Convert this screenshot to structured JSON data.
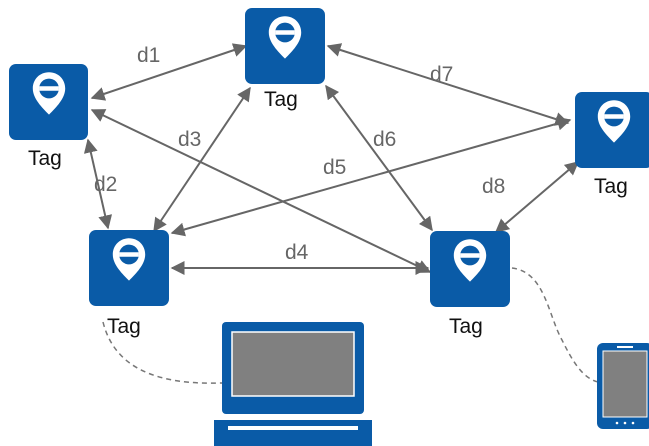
{
  "colors": {
    "tag_blue": "#0a5ba7",
    "tag_white": "#ffffff",
    "arrow_gray": "#666666",
    "edge_label_gray": "#666666",
    "tag_label_black": "#111111",
    "dashed_link": "#777777",
    "screen_gray": "#808080"
  },
  "icons": {
    "tag": "location-pin-icon",
    "laptop": "laptop-icon",
    "phone": "smartphone-icon"
  },
  "tags": [
    {
      "id": "tag-top",
      "label": "Tag"
    },
    {
      "id": "tag-left",
      "label": "Tag"
    },
    {
      "id": "tag-right",
      "label": "Tag"
    },
    {
      "id": "tag-bottom-left",
      "label": "Tag"
    },
    {
      "id": "tag-bottom-right",
      "label": "Tag"
    }
  ],
  "edges": [
    {
      "id": "d1",
      "label": "d1",
      "from": "tag-top",
      "to": "tag-left"
    },
    {
      "id": "d2",
      "label": "d2",
      "from": "tag-left",
      "to": "tag-bottom-left"
    },
    {
      "id": "d3",
      "label": "d3",
      "from": "tag-top",
      "to": "tag-bottom-left"
    },
    {
      "id": "d4",
      "label": "d4",
      "from": "tag-bottom-left",
      "to": "tag-bottom-right"
    },
    {
      "id": "d5",
      "label": "d5",
      "from": "tag-right",
      "to": "tag-bottom-left"
    },
    {
      "id": "d6",
      "label": "d6",
      "from": "tag-top",
      "to": "tag-bottom-right"
    },
    {
      "id": "d7",
      "label": "d7",
      "from": "tag-top",
      "to": "tag-right"
    },
    {
      "id": "d8",
      "label": "d8",
      "from": "tag-right",
      "to": "tag-bottom-right"
    },
    {
      "id": "left-to-bottom-right",
      "label": "",
      "from": "tag-left",
      "to": "tag-bottom-right"
    }
  ],
  "connections": [
    {
      "from": "tag-bottom-left",
      "to": "laptop"
    },
    {
      "from": "tag-bottom-right",
      "to": "phone"
    }
  ]
}
